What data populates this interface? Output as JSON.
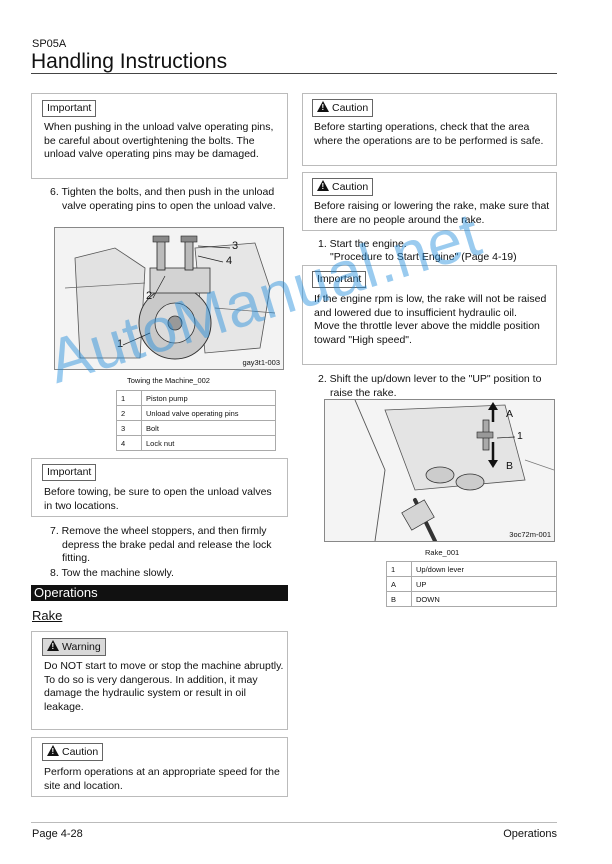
{
  "header": {
    "model": "SP05A",
    "title": "Handling Instructions"
  },
  "left": {
    "important1": {
      "tag": "Important",
      "text": "When pushing in the unload valve operating pins, be careful about overtightening the bolts. The unload valve operating pins may be damaged."
    },
    "step6": "6.  Tighten the bolts, and then push in the unload valve operating pins to open the unload valve.",
    "figure1": {
      "code": "gay3t1-003",
      "caption": "Towing the Machine_002",
      "callouts": [
        "1",
        "2",
        "3",
        "4"
      ]
    },
    "legend1": [
      {
        "n": "1",
        "label": "Piston pump"
      },
      {
        "n": "2",
        "label": "Unload valve operating pins"
      },
      {
        "n": "3",
        "label": "Bolt"
      },
      {
        "n": "4",
        "label": "Lock nut"
      }
    ],
    "important2": {
      "tag": "Important",
      "text": "Before towing, be sure to open the unload valves in two locations."
    },
    "step7": "7.  Remove the wheel stoppers, and then firmly depress the brake pedal and release the lock fitting.",
    "step8": "8.  Tow the machine slowly.",
    "section": "Operations",
    "subsection": "Rake",
    "warning": {
      "tag": "Warning",
      "text": "Do NOT start to move or stop the machine abruptly.\nTo do so is very dangerous. In addition, it may damage the hydraulic system or result in oil leakage."
    },
    "caution3": {
      "tag": "Caution",
      "text": "Perform operations at an appropriate speed for the site and location."
    }
  },
  "right": {
    "caution1": {
      "tag": "Caution",
      "text": "Before starting operations, check that the area where the operations are to be performed is safe."
    },
    "caution2": {
      "tag": "Caution",
      "text": "Before raising or lowering the rake, make sure that there are no people around the rake."
    },
    "step1": "1.  Start the engine.",
    "step1ref": "\"Procedure to Start Engine\" (Page 4-19)",
    "important3": {
      "tag": "Important",
      "text": "If the engine rpm is low, the rake will not be raised and lowered due to insufficient hydraulic oil.\nMove the throttle lever above the middle position toward \"High speed\"."
    },
    "step2": "2.  Shift the up/down lever to the \"UP\" position to raise the rake.",
    "figure2": {
      "code": "3oc72m-001",
      "caption": "Rake_001",
      "callouts": [
        "A",
        "1",
        "B"
      ]
    },
    "legend2": [
      {
        "n": "1",
        "label": "Up/down lever"
      },
      {
        "n": "A",
        "label": "UP"
      },
      {
        "n": "B",
        "label": "DOWN"
      }
    ]
  },
  "footer": {
    "page": "Page 4-28",
    "section": "Operations"
  },
  "watermark": "AutoManual.net"
}
